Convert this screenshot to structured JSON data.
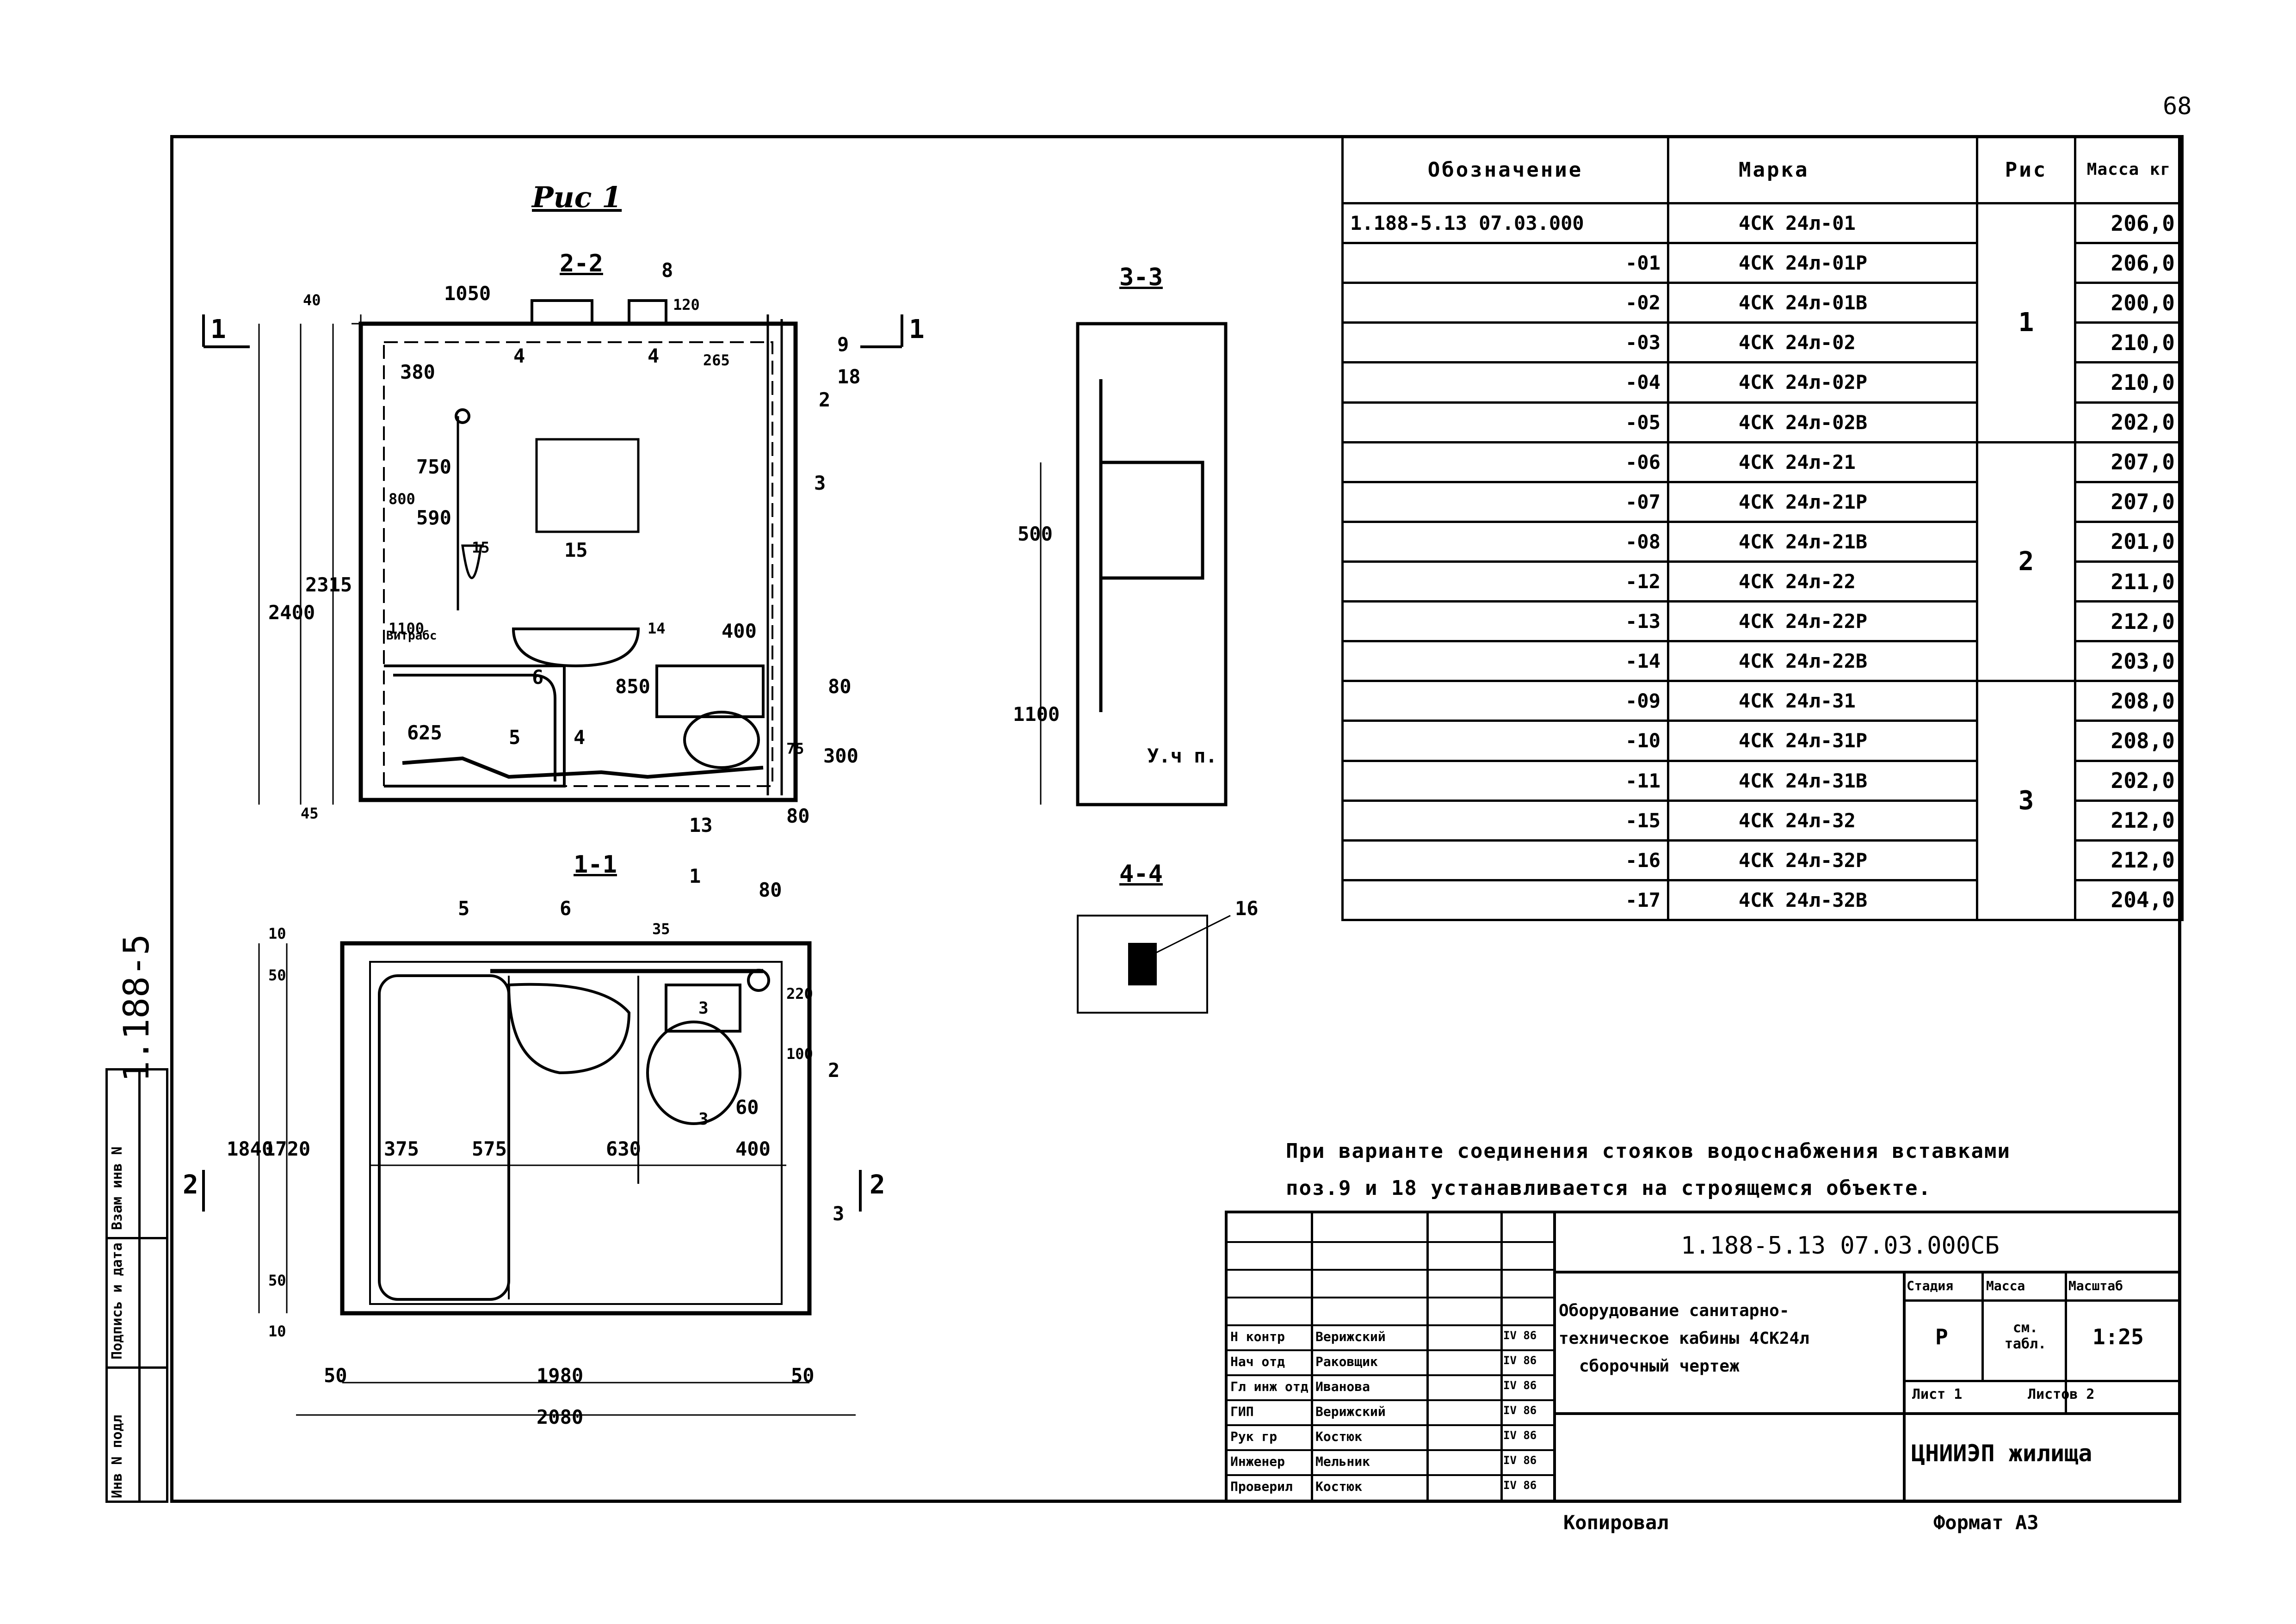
{
  "page_number": "68",
  "side_label": "1.188-5",
  "side_stamp": [
    "Инв N подл",
    "Подпись и дата",
    "Взам инв N"
  ],
  "drawing": {
    "titles": {
      "fig": "Рис 1",
      "sec22": "2-2",
      "sec33": "3-3",
      "sec11": "1-1",
      "sec44": "4-4",
      "mark_22a": "2",
      "mark_22b": "2",
      "mark_11a": "1",
      "mark_11b": "1"
    },
    "dims_22": [
      "1050",
      "380",
      "750",
      "590",
      "800",
      "1100",
      "2400",
      "2315",
      "625",
      "40",
      "45",
      "120",
      "265",
      "400",
      "850",
      "75",
      "300",
      "80",
      "80"
    ],
    "labels_22": [
      "8",
      "9",
      "18",
      "2",
      "3",
      "4",
      "4",
      "15",
      "15",
      "14",
      "6",
      "5",
      "4",
      "13",
      "Витрабс"
    ],
    "dims_33": [
      "500",
      "1100"
    ],
    "label_33": "У.ч п.",
    "label_44": "16",
    "dims_11": [
      "10",
      "50",
      "1840",
      "1720",
      "50",
      "10",
      "375",
      "575",
      "630",
      "400",
      "60",
      "35",
      "80",
      "220",
      "100",
      "1980",
      "2080",
      "50",
      "50"
    ],
    "labels_11": [
      "5",
      "6",
      "1",
      "3",
      "3",
      "2",
      "3"
    ]
  },
  "spec_table": {
    "headers": [
      "Обозначение",
      "Марка",
      "Рис",
      "Масса кг"
    ],
    "rows": [
      {
        "des": "1.188-5.13  07.03.000",
        "mark": "4СК 24л-01",
        "mass": "206,0"
      },
      {
        "des": "-01",
        "mark": "4СК 24л-01Р",
        "mass": "206,0"
      },
      {
        "des": "-02",
        "mark": "4СК 24л-01В",
        "mass": "200,0"
      },
      {
        "des": "-03",
        "mark": "4СК 24л-02",
        "mass": "210,0"
      },
      {
        "des": "-04",
        "mark": "4СК 24л-02Р",
        "mass": "210,0"
      },
      {
        "des": "-05",
        "mark": "4СК 24л-02В",
        "mass": "202,0"
      },
      {
        "des": "-06",
        "mark": "4СК 24л-21",
        "mass": "207,0"
      },
      {
        "des": "-07",
        "mark": "4СК 24л-21Р",
        "mass": "207,0"
      },
      {
        "des": "-08",
        "mark": "4СК 24л-21В",
        "mass": "201,0"
      },
      {
        "des": "-12",
        "mark": "4СК 24л-22",
        "mass": "211,0"
      },
      {
        "des": "-13",
        "mark": "4СК 24л-22Р",
        "mass": "212,0"
      },
      {
        "des": "-14",
        "mark": "4СК 24л-22В",
        "mass": "203,0"
      },
      {
        "des": "-09",
        "mark": "4СК 24л-31",
        "mass": "208,0"
      },
      {
        "des": "-10",
        "mark": "4СК 24л-31Р",
        "mass": "208,0"
      },
      {
        "des": "-11",
        "mark": "4СК 24л-31В",
        "mass": "202,0"
      },
      {
        "des": "-15",
        "mark": "4СК 24л-32",
        "mass": "212,0"
      },
      {
        "des": "-16",
        "mark": "4СК 24л-32Р",
        "mass": "212,0"
      },
      {
        "des": "-17",
        "mark": "4СК 24л-32В",
        "mass": "204,0"
      }
    ],
    "figs": [
      "1",
      "2",
      "3"
    ]
  },
  "note": {
    "line1": "При варианте соединения стояков водоснабжения вставками",
    "line2": "поз.9 и 18 устанавливается на строящемся объекте."
  },
  "title_block": {
    "doc_code": "1.188-5.13  07.03.000СБ",
    "title_lines": [
      "Оборудование санитарно-",
      "техническое кабины 4СК24л",
      "сборочный чертеж"
    ],
    "stage_label": "Стадия",
    "mass_label": "Масса",
    "scale_label": "Масштаб",
    "stage": "Р",
    "mass": "см. табл.",
    "scale": "1:25",
    "sheet": "Лист 1",
    "sheets": "Листов 2",
    "org": "ЦНИИЭП жилища",
    "people": [
      {
        "role": "Н контр",
        "name": "Верижский",
        "date": "IV 86"
      },
      {
        "role": "Нач отд",
        "name": "Раковщик",
        "date": "IV 86"
      },
      {
        "role": "Гл инж отд",
        "name": "Иванова",
        "date": "IV 86"
      },
      {
        "role": "ГИП",
        "name": "Верижский",
        "date": "IV 86"
      },
      {
        "role": "Рук гр",
        "name": "Костюк",
        "date": "IV 86"
      },
      {
        "role": "Инженер",
        "name": "Мельник",
        "date": "IV 86"
      },
      {
        "role": "Проверил",
        "name": "Костюк",
        "date": "IV 86"
      }
    ]
  },
  "footer": {
    "copied": "Копировал",
    "format": "Формат А3"
  }
}
